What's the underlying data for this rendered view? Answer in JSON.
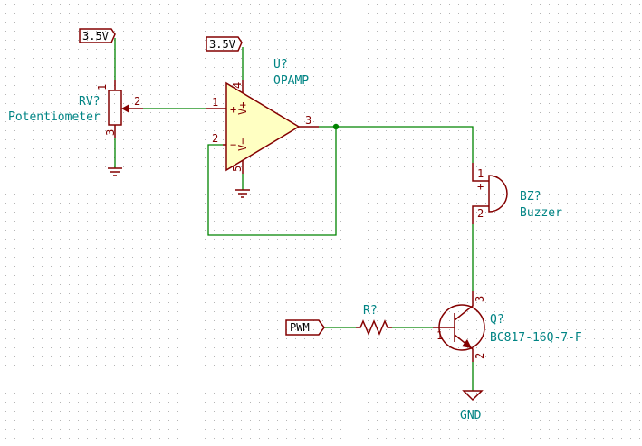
{
  "power_labels": {
    "pot_supply": "3.5V",
    "opamp_supply": "3.5V"
  },
  "net_labels": {
    "pwm": "PWM",
    "gnd": "GND"
  },
  "rv1": {
    "ref": "RV?",
    "value": "Potentiometer",
    "pin1": "1",
    "pin2": "2",
    "pin3": "3"
  },
  "u1": {
    "ref": "U?",
    "value": "OPAMP",
    "pin_in_plus": "1",
    "pin_in_minus": "2",
    "pin_out": "3",
    "pin_vplus": "4",
    "pin_vminus": "5",
    "sym_plus": "+",
    "sym_minus": "−",
    "sym_vplus": "V+",
    "sym_vminus": "V−"
  },
  "bz1": {
    "ref": "BZ?",
    "value": "Buzzer",
    "pin1": "1",
    "pin2": "2",
    "sym_plus": "+"
  },
  "r1": {
    "ref": "R?"
  },
  "q1": {
    "ref": "Q?",
    "value": "BC817-16Q-7-F",
    "pin1": "1",
    "pin2": "2",
    "pin3": "3"
  },
  "colors": {
    "wire": "#008400",
    "component": "#840000",
    "reference_text": "#008484",
    "opamp_fill": "#ffffc2",
    "grid_dots": "#b4b4b4"
  }
}
